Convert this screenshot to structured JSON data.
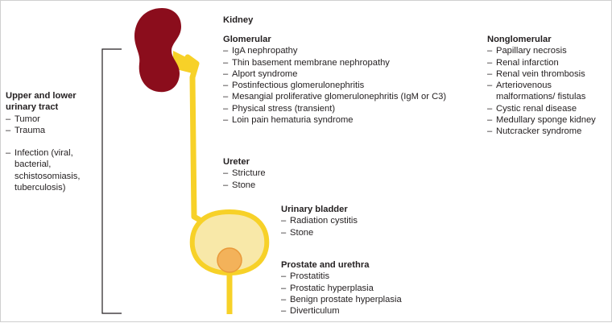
{
  "colors": {
    "kidney": "#8b0d1c",
    "tract": "#f7d128",
    "bladder_fill": "#f8e8a8",
    "prostate_fill": "#f3b25a",
    "prostate_stroke": "#e9993a",
    "bracket": "#231f20"
  },
  "labels": {
    "kidney": "Kidney",
    "glomerular": {
      "title": "Glomerular",
      "items": [
        "IgA nephropathy",
        "Thin basement membrane nephropathy",
        "Alport syndrome",
        "Postinfectious glomerulonephritis",
        "Mesangial proliferative glomerulonephritis (IgM or C3)",
        "Physical stress (transient)",
        "Loin pain hematuria syndrome"
      ]
    },
    "nonglomerular": {
      "title": "Nonglomerular",
      "items": [
        "Papillary necrosis",
        "Renal infarction",
        "Renal vein thrombosis",
        "Arteriovenous malformations/ fistulas",
        "Cystic renal disease",
        "Medullary sponge kidney",
        "Nutcracker syndrome"
      ]
    },
    "ureter": {
      "title": "Ureter",
      "items": [
        "Stricture",
        "Stone"
      ]
    },
    "bladder": {
      "title": "Urinary bladder",
      "items": [
        "Radiation cystitis",
        "Stone"
      ]
    },
    "prostate": {
      "title": "Prostate and urethra",
      "items": [
        "Prostatitis",
        "Prostatic hyperplasia",
        "Benign prostate hyperplasia",
        "Diverticulum"
      ]
    },
    "whole_tract": {
      "title_line1": "Upper and lower",
      "title_line2": "urinary tract",
      "items_a": [
        "Tumor",
        "Trauma"
      ],
      "items_b": [
        "Infection (viral, bacterial, schistosomiasis, tuberculosis)"
      ]
    },
    "dash": "–"
  }
}
